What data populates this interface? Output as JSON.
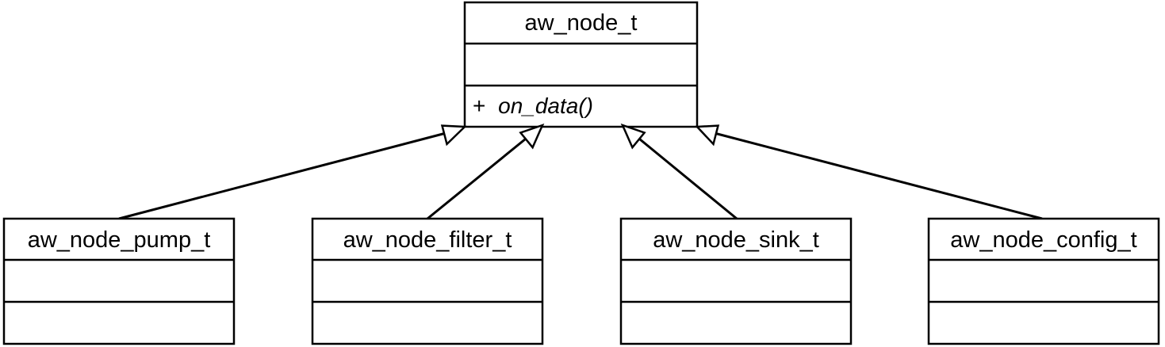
{
  "base_class": {
    "name": "aw_node_t",
    "attributes": [],
    "operations": [
      {
        "visibility": "+",
        "name": "on_data()",
        "abstract": true
      }
    ]
  },
  "subclasses": [
    {
      "name": "aw_node_pump_t",
      "attributes": [],
      "operations": []
    },
    {
      "name": "aw_node_filter_t",
      "attributes": [],
      "operations": []
    },
    {
      "name": "aw_node_sink_t",
      "attributes": [],
      "operations": []
    },
    {
      "name": "aw_node_config_t",
      "attributes": [],
      "operations": []
    }
  ],
  "relationships": [
    {
      "type": "generalization",
      "from": "aw_node_pump_t",
      "to": "aw_node_t"
    },
    {
      "type": "generalization",
      "from": "aw_node_filter_t",
      "to": "aw_node_t"
    },
    {
      "type": "generalization",
      "from": "aw_node_sink_t",
      "to": "aw_node_t"
    },
    {
      "type": "generalization",
      "from": "aw_node_config_t",
      "to": "aw_node_t"
    }
  ]
}
